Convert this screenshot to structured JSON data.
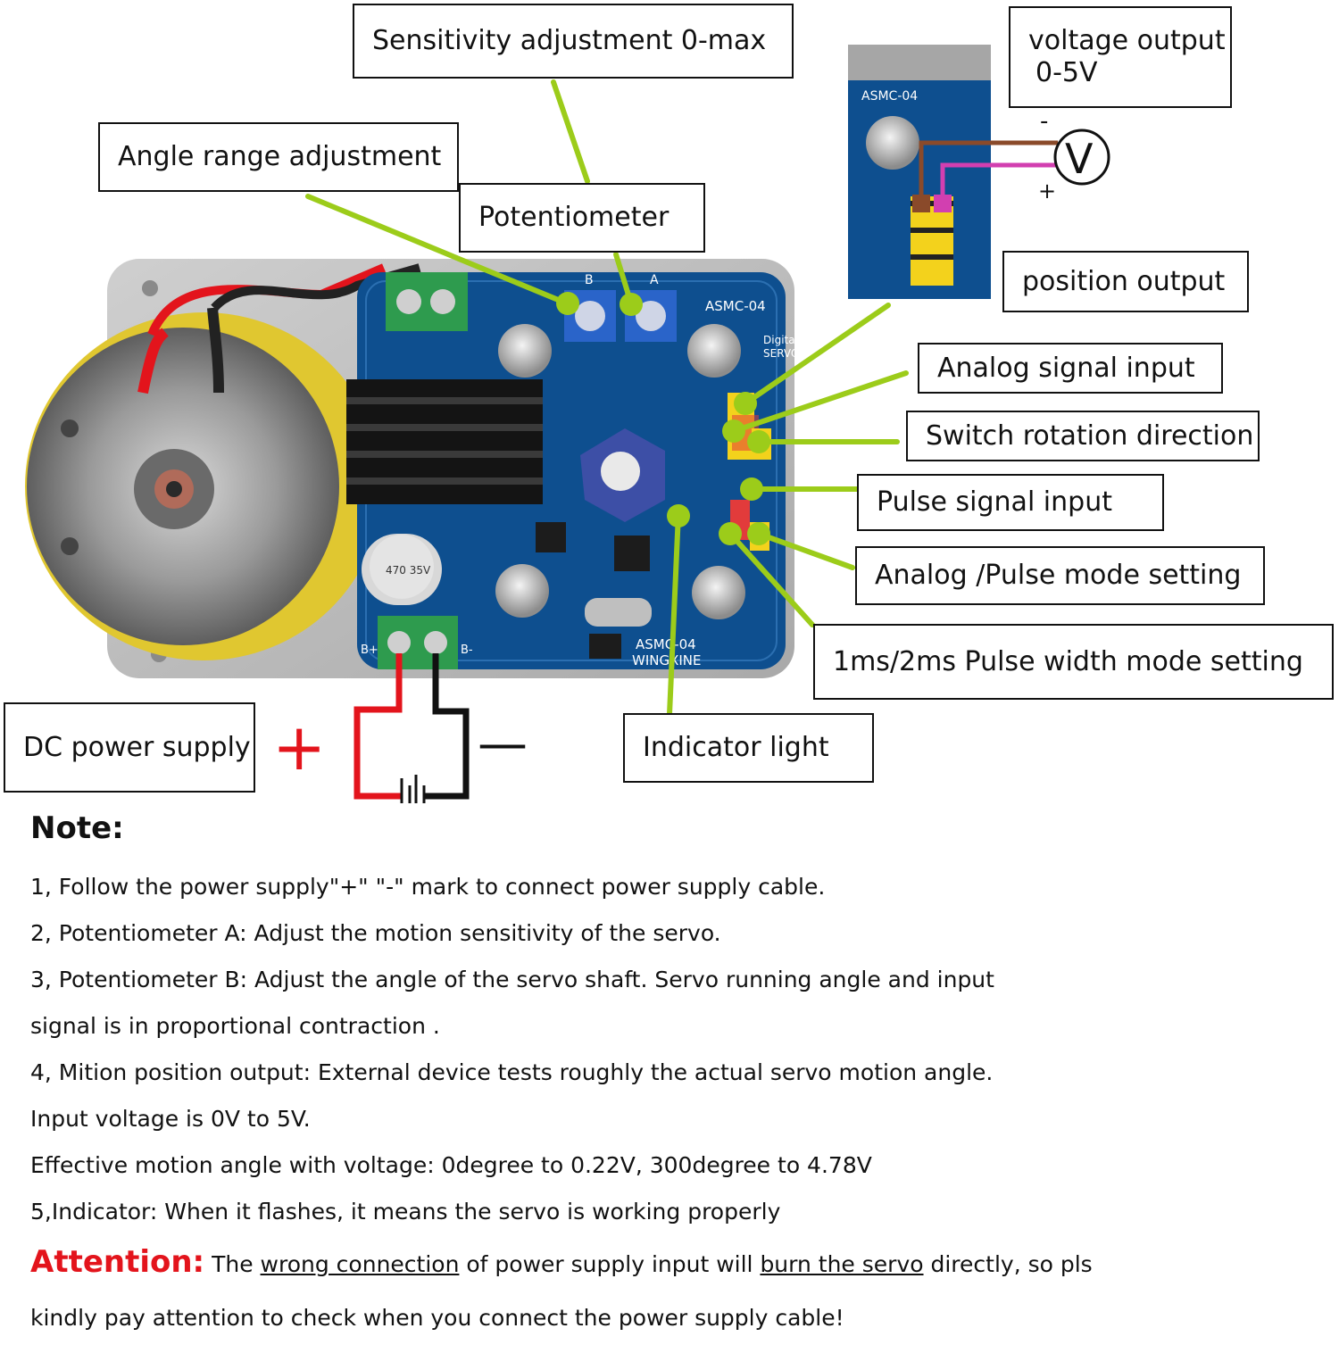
{
  "labels": {
    "sensitivity": "Sensitivity adjustment 0-max",
    "angle_range": "Angle range adjustment",
    "potentiometer": "Potentiometer",
    "voltage_output_line1": "voltage output",
    "voltage_output_line2": "0-5V",
    "position_output": "position output",
    "analog_signal_input": "Analog signal input",
    "switch_rotation": "Switch rotation direction",
    "pulse_signal_input": "Pulse signal input",
    "mode_setting": "Analog /Pulse mode setting",
    "pulse_width_mode": "1ms/2ms Pulse width mode setting",
    "indicator_light": "Indicator light",
    "dc_power_supply": "DC power supply"
  },
  "meter": {
    "symbol": "V",
    "minus": "-",
    "plus": "+"
  },
  "power": {
    "plus": "+",
    "minus": "—"
  },
  "board": {
    "model_top": "ASMC-04",
    "model_bottom_1": "ASMC-04",
    "model_bottom_2": "WINGXINE",
    "digital": "Digital",
    "servo": "SERVO",
    "pot_b": "B",
    "pot_a": "A",
    "term_b_plus": "B+",
    "term_b_minus": "B-",
    "cap": "470 35V"
  },
  "notes": {
    "title": "Note:",
    "line1": "1, Follow the power supply\"+\" \"-\" mark to connect power supply cable.",
    "line2": "2, Potentiometer A:  Adjust the motion sensitivity of the servo.",
    "line3a": "3, Potentiometer B:  Adjust the angle of the servo shaft. Servo running angle and input",
    "line3b": "signal is in proportional contraction .",
    "line4a": "4, Mition position output:  External device tests roughly the actual servo motion angle.",
    "line4b": "Input voltage is 0V to 5V.",
    "line4c": "Effective motion angle with voltage:  0degree to 0.22V, 300degree to 4.78V",
    "line5": "5,Indicator:  When it flashes, it means the servo is working properly",
    "attention_word": "Attention:",
    "attention_a": " The ",
    "attention_u1": "wrong connection",
    "attention_b": " of power supply input will ",
    "attention_u2": "burn the servo",
    "attention_c": " directly, so pls",
    "attention_line2": "kindly pay attention to check when you connect the power supply cable!"
  },
  "colors": {
    "leader_line": "#9ccc1a",
    "board_blue": "#0e4f8f",
    "red_wire": "#e3141c",
    "attention": "#e3141c",
    "header_yellow": "#f3d21c",
    "header_red": "#e23b3b",
    "brown_wire": "#8a4a2a",
    "pink_wire": "#d23fb0"
  }
}
